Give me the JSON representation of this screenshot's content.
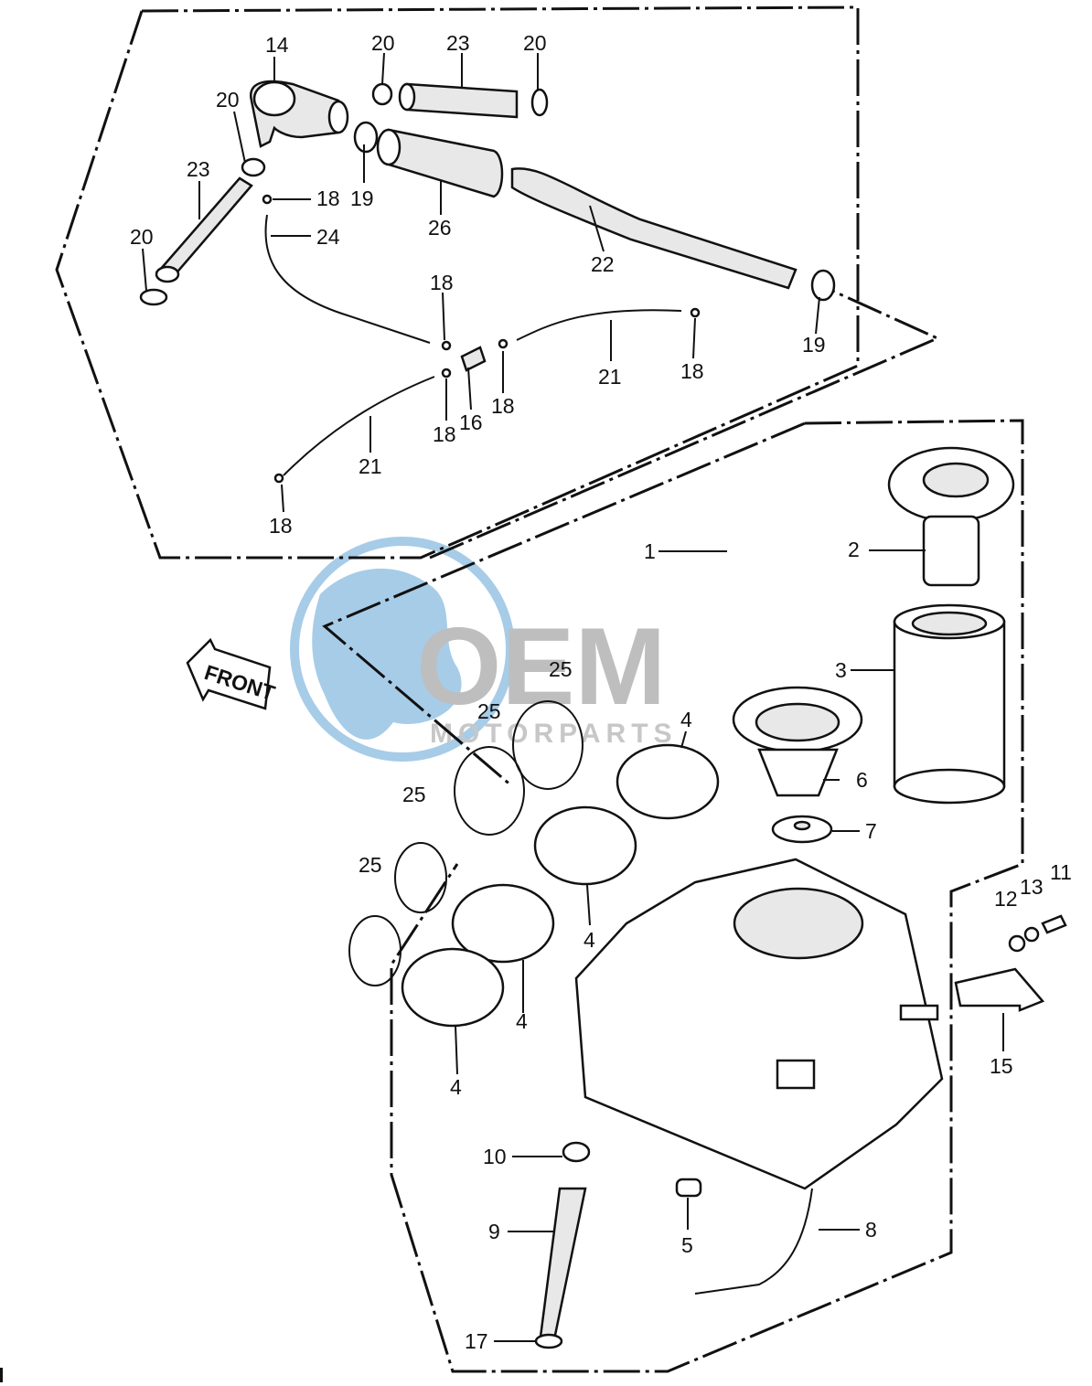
{
  "watermark": {
    "logo": "OEM",
    "text": "MOTORPARTS",
    "colors": {
      "globe": "#5ea3d6",
      "letters": "#8a8a8a"
    }
  },
  "front_arrow": {
    "label": "FRONT"
  },
  "callouts": [
    {
      "id": "c14",
      "text": "14"
    },
    {
      "id": "c20a",
      "text": "20"
    },
    {
      "id": "c23a",
      "text": "23"
    },
    {
      "id": "c20b",
      "text": "20"
    },
    {
      "id": "c20c",
      "text": "20"
    },
    {
      "id": "c23b",
      "text": "23"
    },
    {
      "id": "c20d",
      "text": "20"
    },
    {
      "id": "c18a",
      "text": "18"
    },
    {
      "id": "c19a",
      "text": "19"
    },
    {
      "id": "c26",
      "text": "26"
    },
    {
      "id": "c24",
      "text": "24"
    },
    {
      "id": "c22",
      "text": "22"
    },
    {
      "id": "c18b",
      "text": "18"
    },
    {
      "id": "c19b",
      "text": "19"
    },
    {
      "id": "c21a",
      "text": "21"
    },
    {
      "id": "c18c",
      "text": "18"
    },
    {
      "id": "c18d",
      "text": "18"
    },
    {
      "id": "c16",
      "text": "16"
    },
    {
      "id": "c18e",
      "text": "18"
    },
    {
      "id": "c21b",
      "text": "21"
    },
    {
      "id": "c18f",
      "text": "18"
    },
    {
      "id": "c1",
      "text": "1"
    },
    {
      "id": "c2",
      "text": "2"
    },
    {
      "id": "c3",
      "text": "3"
    },
    {
      "id": "c25a",
      "text": "25"
    },
    {
      "id": "c25b",
      "text": "25"
    },
    {
      "id": "c4a",
      "text": "4"
    },
    {
      "id": "c6",
      "text": "6"
    },
    {
      "id": "c7",
      "text": "7"
    },
    {
      "id": "c25c",
      "text": "25"
    },
    {
      "id": "c25d",
      "text": "25"
    },
    {
      "id": "c4b",
      "text": "4"
    },
    {
      "id": "c4c",
      "text": "4"
    },
    {
      "id": "c4d",
      "text": "4"
    },
    {
      "id": "c12",
      "text": "12"
    },
    {
      "id": "c13",
      "text": "13"
    },
    {
      "id": "c11",
      "text": "11"
    },
    {
      "id": "c15",
      "text": "15"
    },
    {
      "id": "c10",
      "text": "10"
    },
    {
      "id": "c9",
      "text": "9"
    },
    {
      "id": "c5",
      "text": "5"
    },
    {
      "id": "c8",
      "text": "8"
    },
    {
      "id": "c17",
      "text": "17"
    }
  ]
}
